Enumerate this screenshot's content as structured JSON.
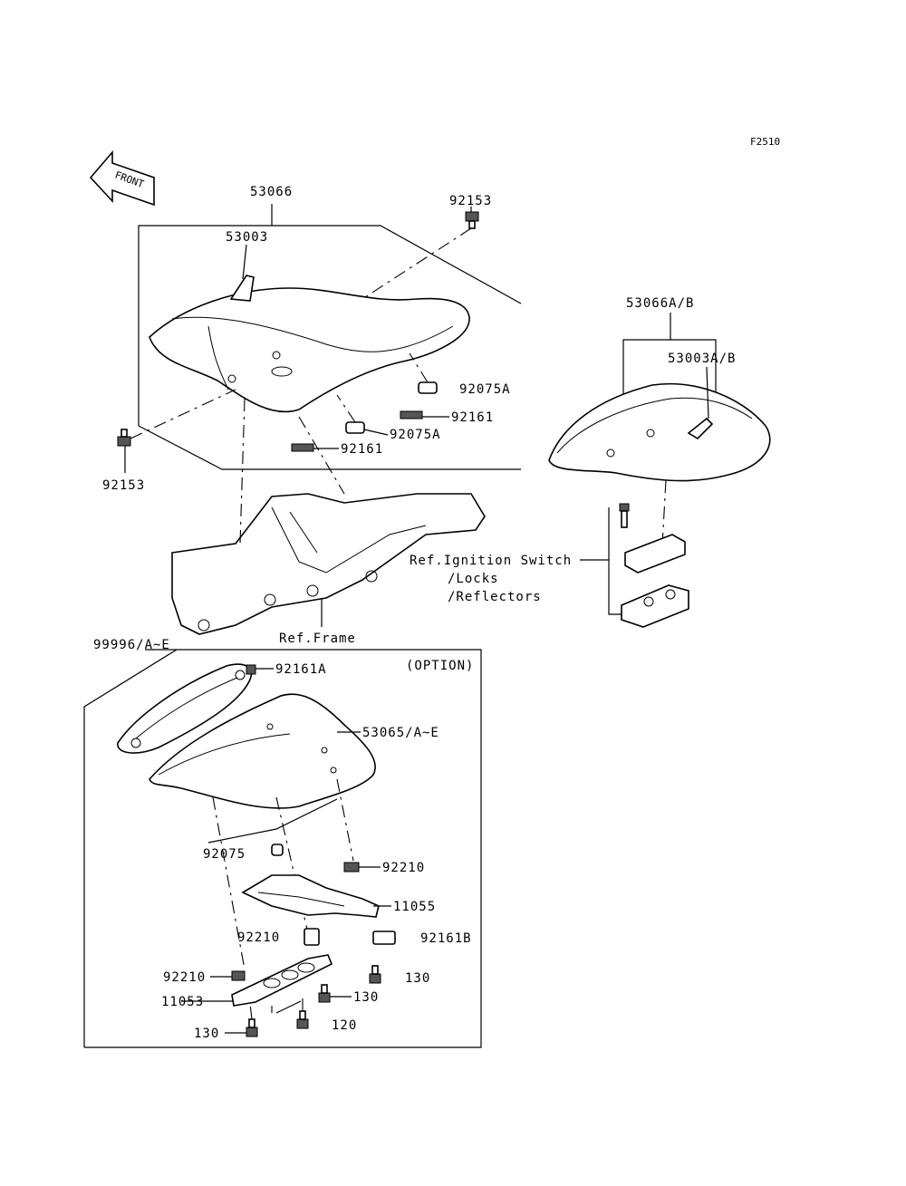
{
  "figure_code": "F2510",
  "front_label": "FRONT",
  "option_label": "(OPTION)",
  "labels": {
    "seat_assy": "53066",
    "seat_cover": "53003",
    "bolt_top": "92153",
    "bolt_left": "92153",
    "damper_1": "92075A",
    "damper_2": "92075A",
    "clip_1": "92161",
    "clip_2": "92161",
    "rear_seat_assy": "53066A/B",
    "rear_seat_cover": "53003A/B",
    "ref_ignition": "Ref.Ignition Switch",
    "ref_locks": "/Locks",
    "ref_reflectors": "/Reflectors",
    "ref_frame": "Ref.Frame",
    "option_kit": "99996/A~E",
    "clip_a": "92161A",
    "cowl": "53065/A~E",
    "damper_option": "92075",
    "nut_1": "92210",
    "bracket_1": "11055",
    "nut_2": "92210",
    "clip_b": "92161B",
    "nut_3": "92210",
    "bolt_130_a": "130",
    "bracket_2": "11053",
    "bolt_130_b": "130",
    "bolt_120": "120",
    "bolt_130_c": "130"
  }
}
